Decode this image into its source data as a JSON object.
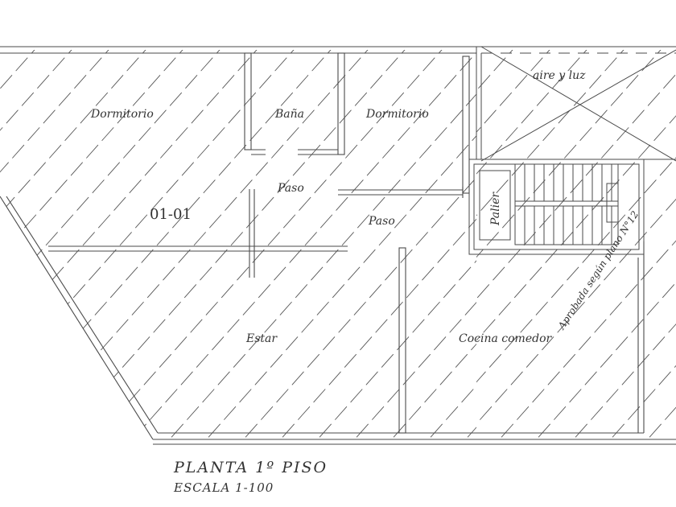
{
  "plan": {
    "rooms": {
      "dormitorio_left": "Dormitorio",
      "bano": "Baña",
      "dormitorio_right": "Dormitorio",
      "aire_luz": "aire y luz",
      "paso_upper": "Paso",
      "paso_lower": "Paso",
      "unit_code": "01-01",
      "palier": "Palier",
      "estar": "Estar",
      "cocina": "Cocina comedor"
    },
    "stamp": "Aprobada según plano N°12",
    "caption": {
      "title": "PLANTA 1º PISO",
      "scale": "ESCALA 1-100"
    }
  },
  "colors": {
    "line": "#4a4a4a",
    "paper": "#ffffff"
  }
}
